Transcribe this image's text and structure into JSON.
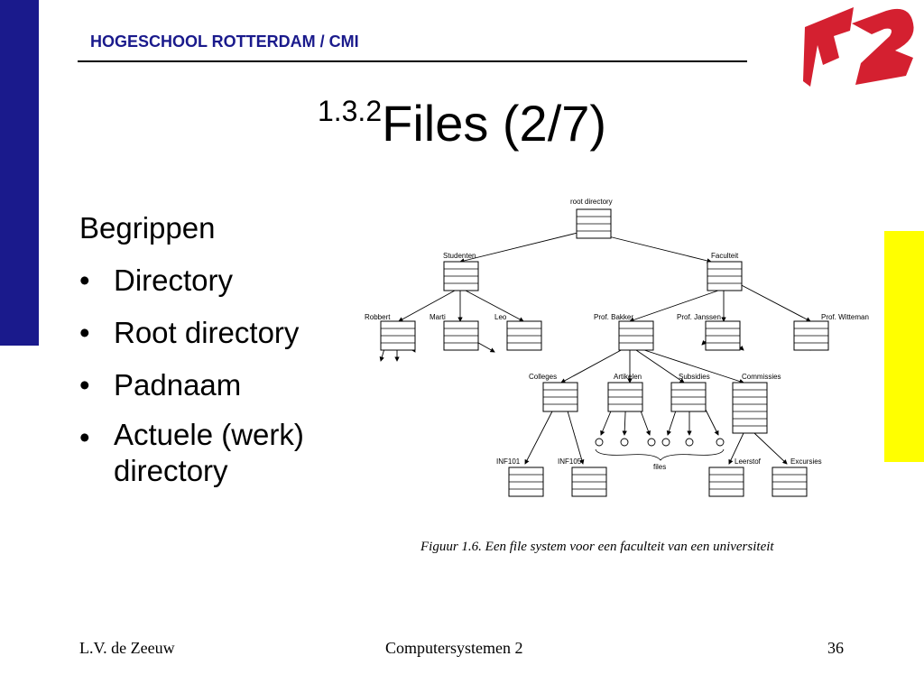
{
  "header": {
    "title": "HOGESCHOOL ROTTERDAM / CMI"
  },
  "slide": {
    "title_number": "1.3.2",
    "title_main": "Files (2/7)"
  },
  "content": {
    "heading": "Begrippen",
    "bullet_symbol": "•",
    "bullets": [
      "Directory",
      "Root directory",
      "Padnaam",
      "Actuele (werk)",
      "directory"
    ]
  },
  "diagram": {
    "labels": {
      "root": "root directory",
      "studenten": "Studenten",
      "faculteit": "Faculteit",
      "robbert": "Robbert",
      "marti": "Marti",
      "leo": "Leo",
      "bakker": "Prof. Bakker",
      "janssen": "Prof. Janssen",
      "witteman": "Prof. Witteman",
      "colleges": "Colleges",
      "artikelen": "Artikelen",
      "subsidies": "Subsidies",
      "commissies": "Commissies",
      "files": "files",
      "inf101": "INF101",
      "inf105": "INF105",
      "leerstof": "Leerstof",
      "excursies": "Excursies"
    },
    "caption": "Figuur 1.6. Een file system voor een faculteit van een universiteit"
  },
  "footer": {
    "author": "L.V. de Zeeuw",
    "course": "Computersystemen 2",
    "page": "36"
  },
  "colors": {
    "left_bar": "#1a1a8c",
    "right_bar": "#ffff00",
    "logo": "#d42030"
  }
}
